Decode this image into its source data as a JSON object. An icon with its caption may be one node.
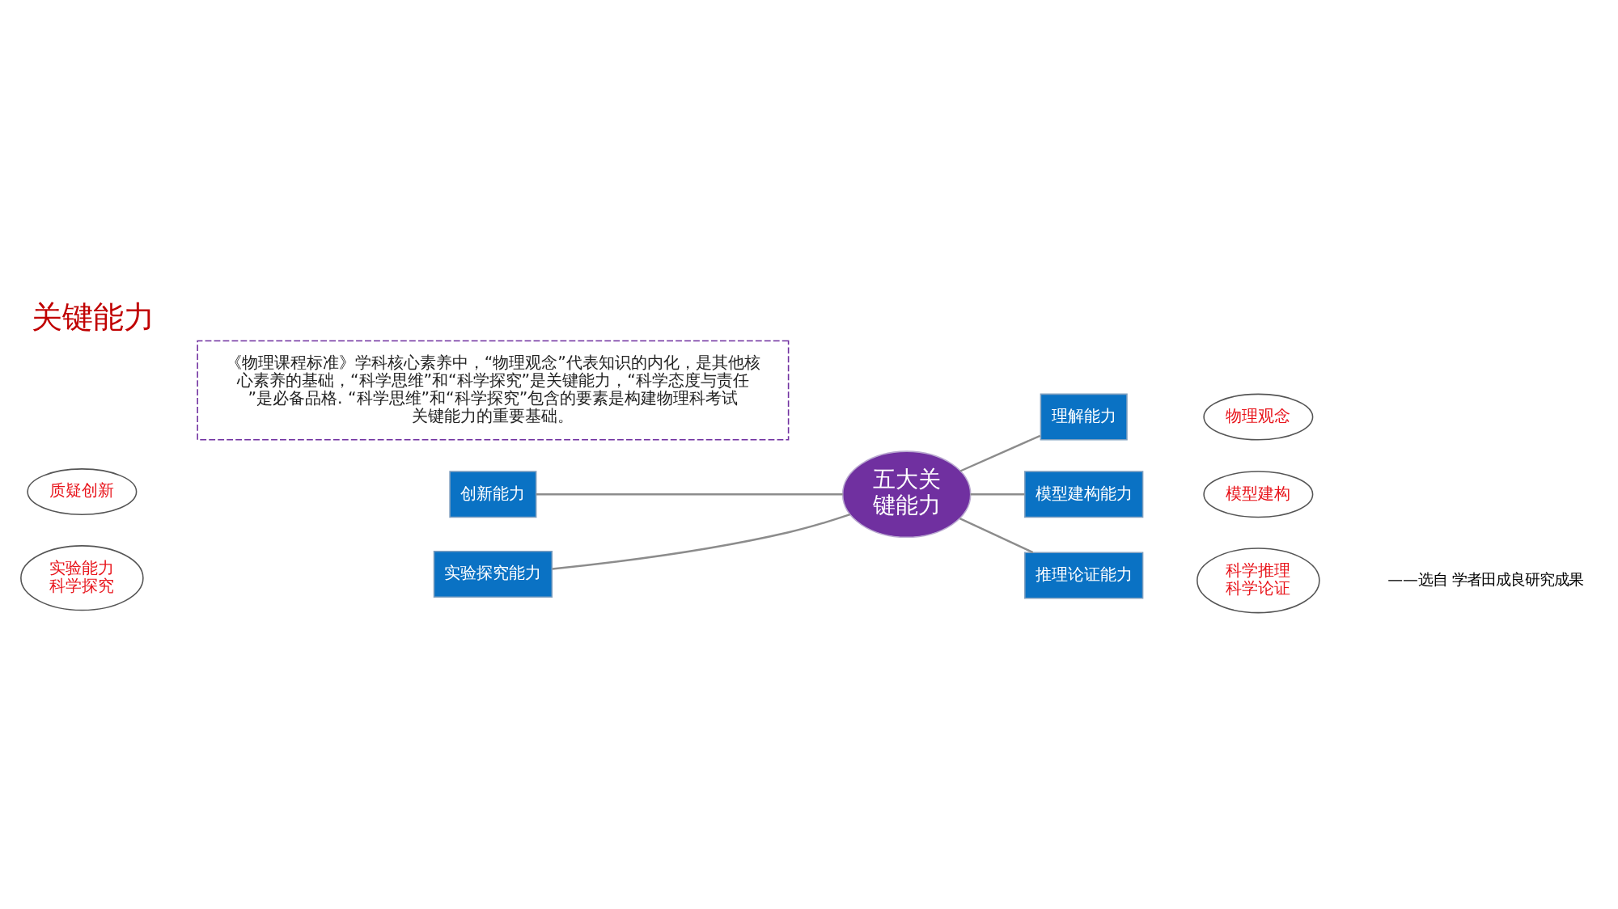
{
  "diagram": {
    "title": "关键能力",
    "nodes": [
      {
        "text": [
          "《物理课程标准》学科核心素养中，“物理观念”代表知识的内化，是其他核心素养的基础，“科学思维”和“科学探究”是关键能力，“科学态度与责任”是必备品格. “科学思维”和“科学探究”包含的要素是构建物理科考试关键能力的重要基础。"
        ]
      },
      {
        "text": [
          "创新能力"
        ]
      },
      {
        "text": [
          "理解能力"
        ]
      },
      {
        "text": [
          "物理观念"
        ]
      },
      {
        "text": [
          "质疑创新"
        ]
      },
      {
        "text": [
          "五大关键能力"
        ]
      },
      {
        "text": [
          "模型建构能力"
        ]
      },
      {
        "text": [
          "模型建构"
        ]
      },
      {
        "text": [
          "实验探究能力"
        ]
      },
      {
        "text": [
          "实验能力科学探究"
        ]
      },
      {
        "text": [
          "科学推理科学论证"
        ]
      },
      {
        "text": [
          "推理论证能力"
        ]
      }
    ],
    "edges": [
      {
        "from": 1,
        "to": 5,
        "arrow": "none"
      },
      {
        "from": 5,
        "to": 2,
        "arrow": "none"
      },
      {
        "from": 8,
        "to": 5,
        "arrow": "none"
      },
      {
        "from": 5,
        "to": 6,
        "arrow": "none"
      },
      {
        "from": 5,
        "to": 11,
        "arrow": "none"
      }
    ],
    "labels": [
      "——选自 学者田成良研究成果"
    ]
  }
}
